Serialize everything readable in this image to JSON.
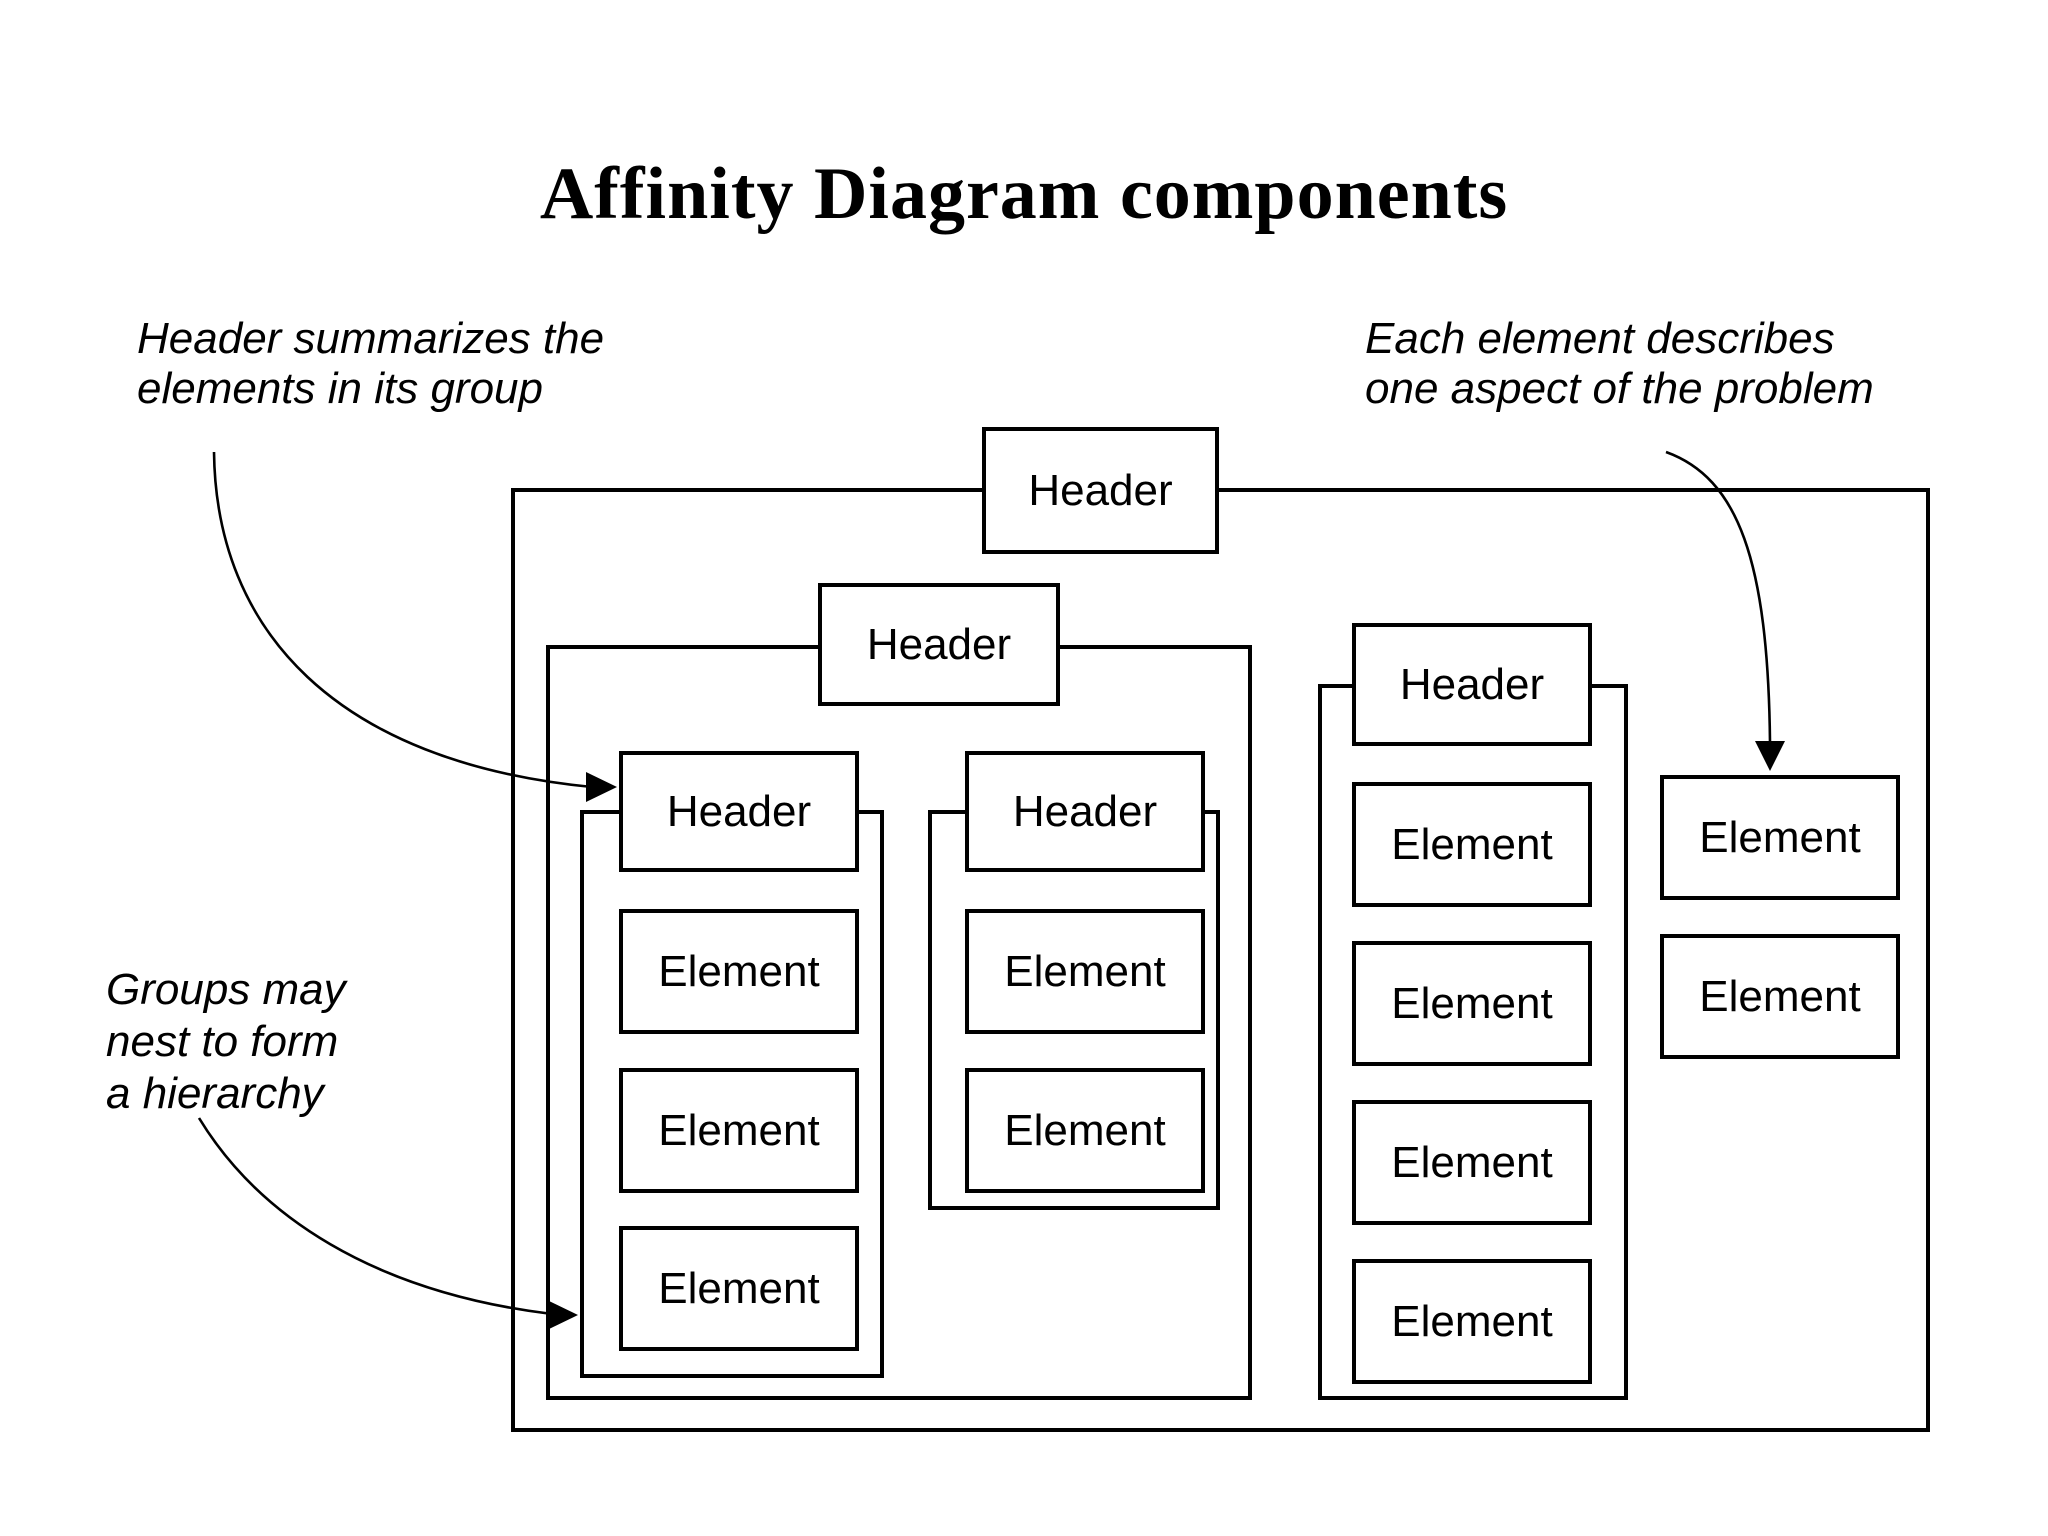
{
  "title": "Affinity Diagram components",
  "colors": {
    "stroke": "#000000",
    "background": "#ffffff",
    "text": "#000000"
  },
  "annotations": {
    "header_note": {
      "lines": [
        "Header summarizes the",
        "elements in its group"
      ]
    },
    "element_note": {
      "lines": [
        "Each element describes",
        "one aspect of the problem"
      ]
    },
    "nesting_note": {
      "lines": [
        "Groups may",
        "nest to form",
        "a hierarchy"
      ]
    }
  },
  "diagram": {
    "root_group": {
      "header_label": "Header"
    },
    "left_group": {
      "header_label": "Header",
      "subgroup_a": {
        "header_label": "Header",
        "elements": [
          "Element",
          "Element",
          "Element"
        ]
      },
      "subgroup_b": {
        "header_label": "Header",
        "elements": [
          "Element",
          "Element"
        ]
      }
    },
    "right_group": {
      "header_label": "Header",
      "elements": [
        "Element",
        "Element",
        "Element",
        "Element"
      ]
    },
    "ungrouped_elements": [
      "Element",
      "Element"
    ]
  }
}
